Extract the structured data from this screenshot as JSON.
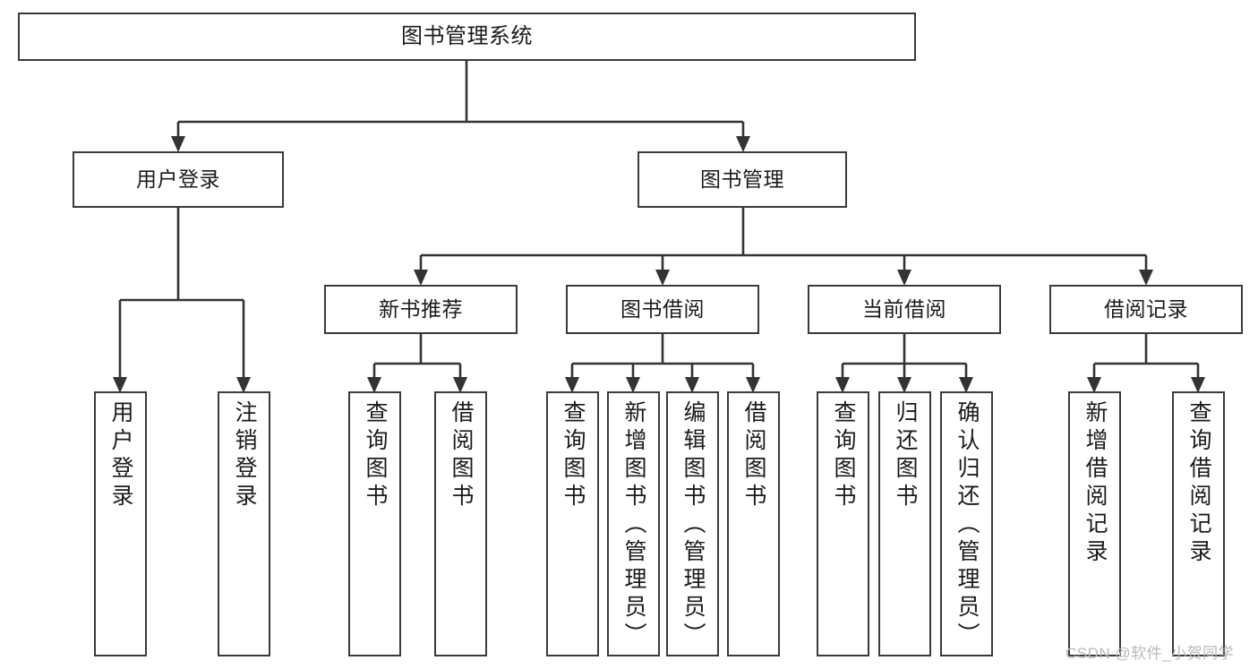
{
  "diagram": {
    "title": "图书管理系统",
    "type": "tree-hierarchy-functional-decomposition",
    "orientation": "top-down",
    "colors": {
      "node_border": "#3a3a3a",
      "node_fill": "#ffffff",
      "edge": "#333333",
      "text": "#1b1b1b",
      "watermark": "#b9b9b9",
      "background": "#ffffff"
    }
  },
  "nodes": {
    "root": {
      "id": "n0",
      "label": "图书管理系统",
      "level": 0,
      "text_direction": "horizontal"
    },
    "level1": [
      {
        "id": "n1",
        "label": "用户登录",
        "text_direction": "horizontal"
      },
      {
        "id": "n2",
        "label": "图书管理",
        "text_direction": "horizontal"
      }
    ],
    "level2": [
      {
        "id": "n3",
        "label": "新书推荐",
        "parent": "n2",
        "text_direction": "horizontal"
      },
      {
        "id": "n4",
        "label": "图书借阅",
        "parent": "n2",
        "text_direction": "horizontal"
      },
      {
        "id": "n5",
        "label": "当前借阅",
        "parent": "n2",
        "text_direction": "horizontal"
      },
      {
        "id": "n6",
        "label": "借阅记录",
        "parent": "n2",
        "text_direction": "horizontal"
      }
    ],
    "leaves": [
      {
        "id": "l1",
        "label": "用户登录",
        "parent": "n1",
        "text_direction": "vertical"
      },
      {
        "id": "l2",
        "label": "注销登录",
        "parent": "n1",
        "text_direction": "vertical"
      },
      {
        "id": "l3",
        "label": "查询图书",
        "parent": "n3",
        "text_direction": "vertical"
      },
      {
        "id": "l4",
        "label": "借阅图书",
        "parent": "n3",
        "text_direction": "vertical"
      },
      {
        "id": "l5",
        "label": "查询图书",
        "parent": "n4",
        "text_direction": "vertical"
      },
      {
        "id": "l6",
        "label": "新增图书（管理员）",
        "parent": "n4",
        "text_direction": "vertical"
      },
      {
        "id": "l7",
        "label": "编辑图书（管理员）",
        "parent": "n4",
        "text_direction": "vertical"
      },
      {
        "id": "l8",
        "label": "借阅图书",
        "parent": "n4",
        "text_direction": "vertical"
      },
      {
        "id": "l9",
        "label": "查询图书",
        "parent": "n5",
        "text_direction": "vertical"
      },
      {
        "id": "l10",
        "label": "归还图书",
        "parent": "n5",
        "text_direction": "vertical"
      },
      {
        "id": "l11",
        "label": "确认归还（管理员）",
        "parent": "n5",
        "text_direction": "vertical"
      },
      {
        "id": "l12",
        "label": "新增借阅记录",
        "parent": "n6",
        "text_direction": "vertical"
      },
      {
        "id": "l13",
        "label": "查询借阅记录",
        "parent": "n6",
        "text_direction": "vertical"
      }
    ]
  },
  "watermark": {
    "text": "CSDN @软件_小贺同学"
  }
}
